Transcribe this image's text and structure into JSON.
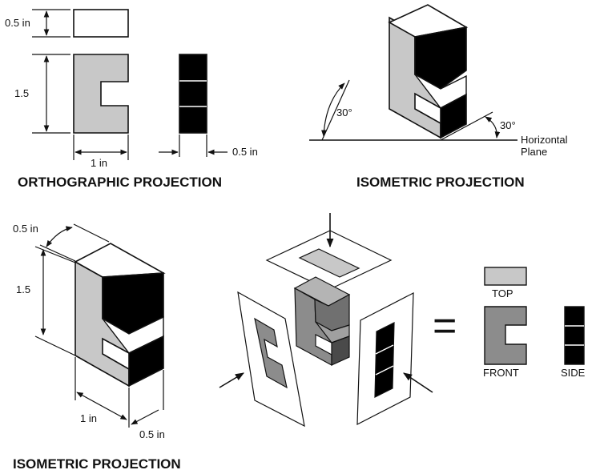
{
  "colors": {
    "light_face": "#c8c8c8",
    "mid_face": "#8c8c8c",
    "dark_face": "#000000",
    "white_face": "#ffffff",
    "line": "#111111"
  },
  "ortho": {
    "dim_top": "0.5 in",
    "dim_height": "1.5",
    "dim_width": "1 in",
    "dim_side": "0.5 in",
    "title": "ORTHOGRAPHIC PROJECTION"
  },
  "iso_top": {
    "angle_left": "30°",
    "angle_right": "30°",
    "plane_line1": "Horizontal",
    "plane_line2": "Plane",
    "title": "ISOMETRIC PROJECTION"
  },
  "iso_bottom": {
    "dim_depth": "0.5 in",
    "dim_height": "1.5",
    "dim_width": "1 in",
    "dim_side": "0.5 in",
    "title": "ISOMETRIC PROJECTION"
  },
  "views": {
    "equals": "=",
    "top_label": "TOP",
    "front_label": "FRONT",
    "side_label": "SIDE"
  }
}
